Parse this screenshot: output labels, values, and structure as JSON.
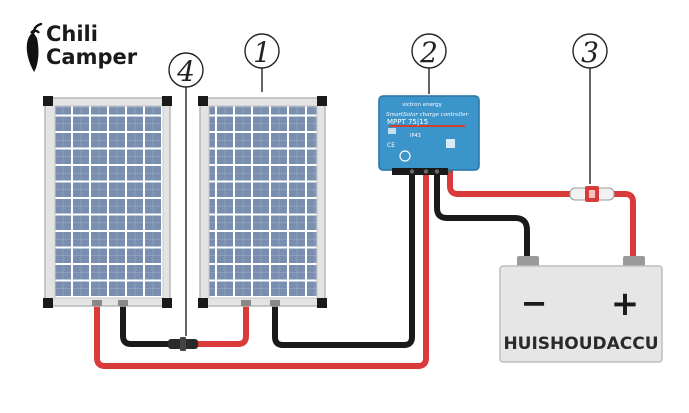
{
  "logo": {
    "line1": "Chili",
    "line2": "Camper",
    "icon": "chili-pepper-icon"
  },
  "markers": {
    "panel_right": "1",
    "controller": "2",
    "fuse": "3",
    "connector": "4"
  },
  "controller": {
    "brand": "victron energy",
    "model_line": "SmartSolar charge controller",
    "model": "MPPT 75|15",
    "rating": "IP43",
    "ce": "CE",
    "color": "#2f8fc8"
  },
  "battery": {
    "minus": "−",
    "plus": "+",
    "label": "HUISHOUDACCU"
  },
  "colors": {
    "positive_wire": "#d93a3a",
    "negative_wire": "#1a1a1a",
    "panel_cell": "#7a8fb0"
  }
}
